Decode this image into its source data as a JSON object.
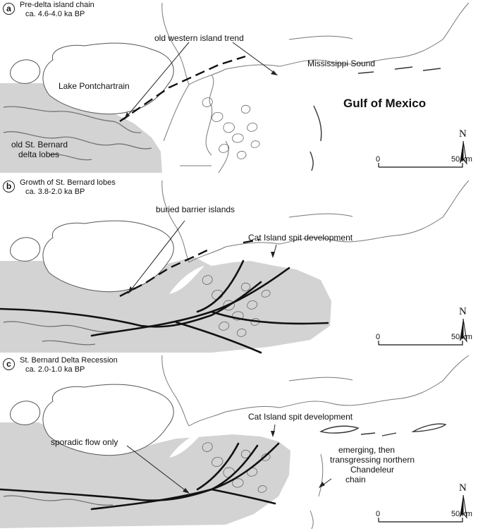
{
  "panels": [
    {
      "letter": "a",
      "title": "Pre-delta island chain",
      "subtitle": "ca. 4.6-4.0 ka BP",
      "labels": {
        "island_trend": "old western island trend",
        "sound": "Mississippi Sound",
        "lake": "Lake Pontchartrain",
        "lobes_line1": "old St. Bernard",
        "lobes_line2": "delta lobes",
        "gulf": "Gulf of Mexico"
      }
    },
    {
      "letter": "b",
      "title": "Growth of St. Bernard lobes",
      "subtitle": "ca. 3.8-2.0 ka BP",
      "labels": {
        "buried": "buried barrier islands",
        "spit": "Cat Island spit development"
      }
    },
    {
      "letter": "c",
      "title": "St. Bernard Delta Recession",
      "subtitle": "ca. 2.0-1.0 ka BP",
      "labels": {
        "sporadic": "sporadic flow only",
        "spit": "Cat Island spit development",
        "chain_line1": "emerging, then",
        "chain_line2": "transgressing northern",
        "chain_line3": "Chandeleur",
        "chain_line4": "chain"
      }
    }
  ],
  "scale": {
    "start": "0",
    "end": "50 km"
  },
  "north": "N",
  "colors": {
    "land_fill": "#d3d3d3",
    "coastline": "#777777",
    "channel": "#111111"
  }
}
